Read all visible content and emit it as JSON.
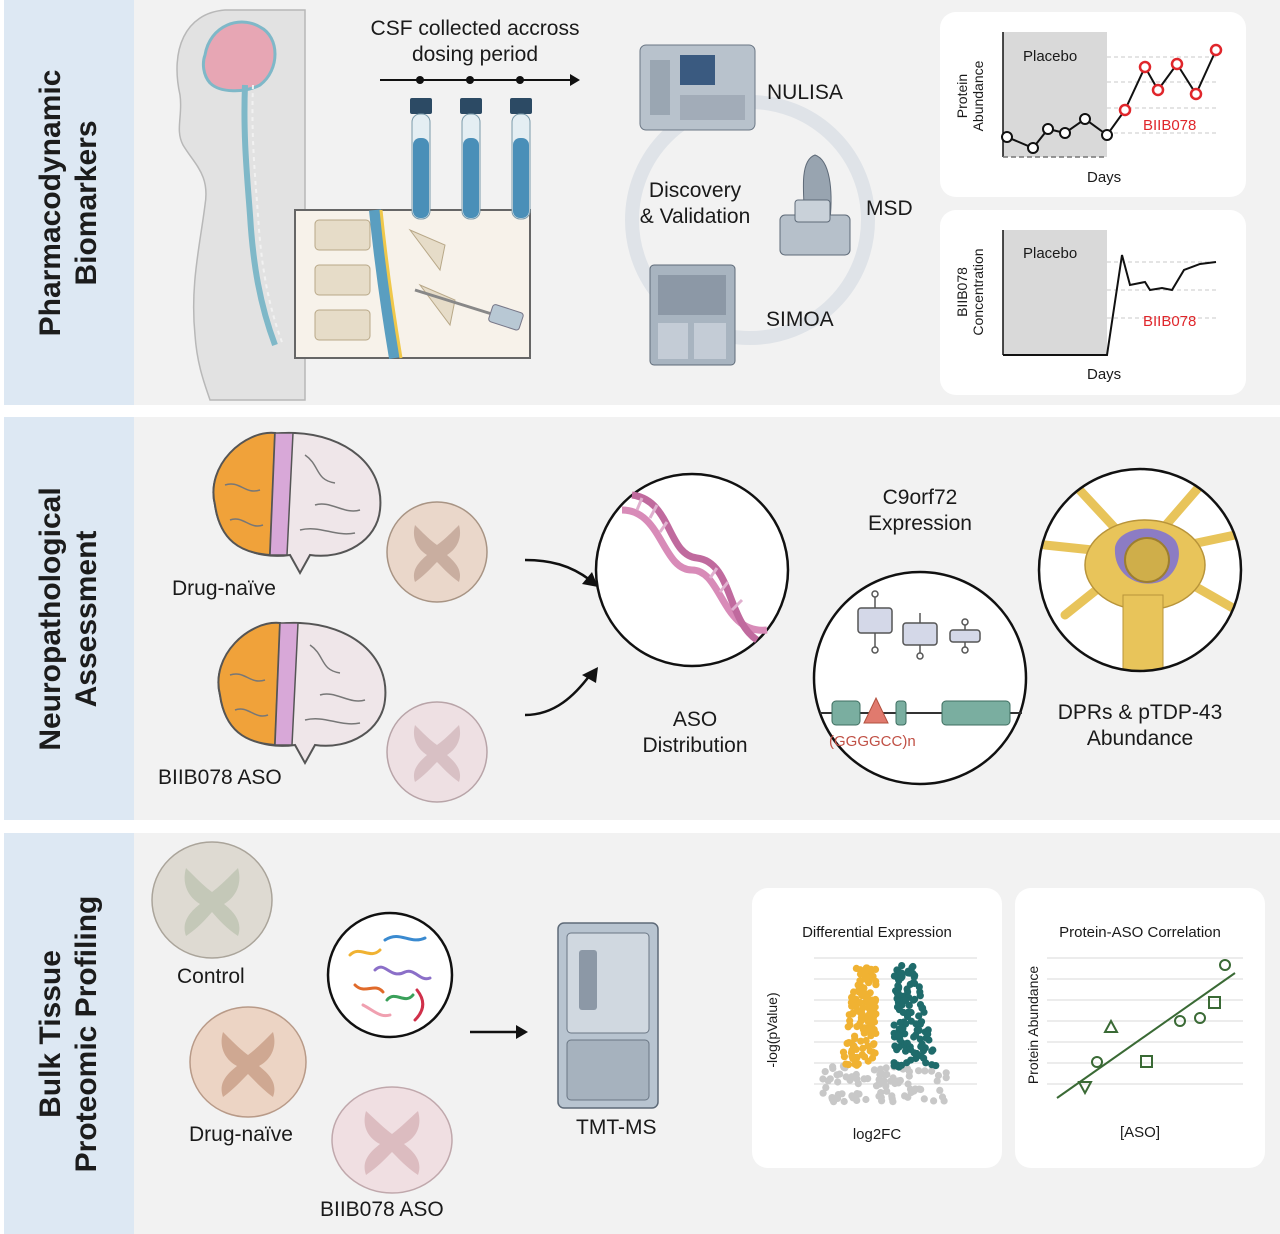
{
  "panels": {
    "pd": {
      "title_line1": "Pharmacodynamic",
      "title_line2": "Biomarkers"
    },
    "np": {
      "title_line1": "Neuropathological",
      "title_line2": "Assessment"
    },
    "bt": {
      "title_line1": "Bulk Tissue",
      "title_line2": "Proteomic Profiling"
    }
  },
  "pd": {
    "csf_line1": "CSF collected accross",
    "csf_line2": "dosing period",
    "nulisa": "NULISA",
    "msd": "MSD",
    "simoa": "SIMOA",
    "discovery_line1": "Discovery",
    "discovery_line2": "& Validation",
    "chart1": {
      "ylabel_line1": "Protein",
      "ylabel_line2": "Abundance",
      "xlabel": "Days",
      "placebo": "Placebo",
      "drug": "BIIB078"
    },
    "chart2": {
      "ylabel_line1": "BIIB078",
      "ylabel_line2": "Concentration",
      "xlabel": "Days",
      "placebo": "Placebo",
      "drug": "BIIB078"
    }
  },
  "np": {
    "drug_naive": "Drug-naïve",
    "biib_aso": "BIIB078 ASO",
    "aso_line1": "ASO",
    "aso_line2": "Distribution",
    "c9_line1": "C9orf72",
    "c9_line2": "Expression",
    "repeat": "(GGGGCC)n",
    "dpr_line1": "DPRs & pTDP-43",
    "dpr_line2": "Abundance"
  },
  "bt": {
    "control": "Control",
    "drug_naive": "Drug-naïve",
    "biib_aso": "BIIB078 ASO",
    "tmt": "TMT-MS",
    "volcano": {
      "title": "Differential Expression",
      "ylabel": "-log(pValue)",
      "xlabel": "log2FC"
    },
    "corr": {
      "title": "Protein-ASO Correlation",
      "ylabel": "Protein Abundance",
      "xlabel": "[ASO]"
    }
  },
  "colors": {
    "panel_bg": "#f2f2f2",
    "side_bg": "#dde8f3",
    "drug_red": "#e0262b",
    "placebo_gray": "#d9d9d9",
    "volcano_up": "#1f6b6b",
    "volcano_down": "#f0b232",
    "volcano_ns": "#c8c8c8",
    "corr_green": "#3a6a35",
    "brain_orange": "#f0a23a",
    "brain_pink": "#d8a8d8",
    "neuron_yellow": "#e8c45a",
    "neuron_purple": "#8c7cc4",
    "dna_pink": "#d88bb8"
  }
}
